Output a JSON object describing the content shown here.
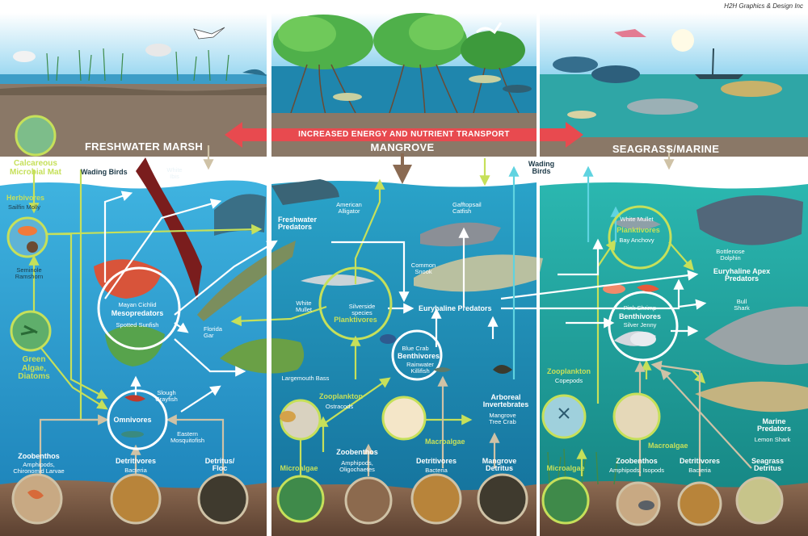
{
  "credit": "H2H Graphics & Design Inc",
  "banner": "INCREASED ENERGY AND NUTRIENT TRANSPORT",
  "colors": {
    "water_marsh": "#2a9fd0",
    "water_mangrove": "#1b8fb7",
    "water_marine": "#1fa6a2",
    "arrow_green": "#c6e05a",
    "arrow_white": "#ffffff",
    "arrow_tan": "#cfc2a6",
    "arrow_cyan": "#5fd3e0",
    "banner_red": "#e84a4f",
    "sediment": "#7a5d48"
  },
  "habitats": {
    "freshwater": "FRESHWATER MARSH",
    "mangrove": "MANGROVE",
    "marine": "SEAGRASS/MARINE"
  },
  "marsh": {
    "microbial_mat": "Calcareous\nMicrobial Mat",
    "wading_birds": "Wading Birds",
    "white_ibis": "White\nIbis",
    "herbivores": "Herbivores",
    "sailfin_molly": "Sailfin Molly",
    "seminole_ramshorn": "Seminole\nRamshorn",
    "green_algae": "Green\nAlgae,\nDiatoms",
    "mayan_cichlid": "Mayan Cichlid",
    "mesopredators": "Mesopredators",
    "spotted_sunfish": "Spotted Sunfish",
    "florida_gar": "Florida\nGar",
    "slough_crayfish": "Slough\nCrayfish",
    "omnivores": "Omnivores",
    "eastern_mosquitofish": "Eastern\nMosquitofish",
    "zoobenthos": "Zoobenthos",
    "amphipods_chironomid": "Amphipods,\nChironomid Larvae",
    "detritivores": "Detritivores",
    "bacteria": "Bacteria",
    "detritus_floc": "Detritus/\nFloc"
  },
  "mangrove": {
    "american_alligator": "American\nAlligator",
    "freshwater_predators": "Freshwater\nPredators",
    "gafftopsail_catfish": "Gafftopsail\nCatfish",
    "common_snook": "Common\nSnook",
    "white_mullet": "White\nMullet",
    "silverside": "Silverside\nspecies",
    "planktivores": "Planktivores",
    "euryhaline_predators": "Euryhaline Predators",
    "blue_crab": "Blue Crab",
    "benthivores": "Benthivores",
    "rainwater_killifish": "Rainwater\nKillifish",
    "largemouth_bass": "Largemouth Bass",
    "zooplankton": "Zooplankton",
    "ostracods": "Ostracods",
    "arboreal_invertebrates": "Arboreal\nInvertebrates",
    "mangrove_tree_crab": "Mangrove\nTree Crab",
    "macroalgae": "Macroalgae",
    "zoobenthos": "Zoobenthos",
    "amphipods_oligochaetes": "Amphipods,\nOligochaetes",
    "detritivores": "Detritivores",
    "bacteria": "Bacteria",
    "mangrove_detritus": "Mangrove\nDetritus",
    "microalgae": "Microalgae"
  },
  "marine": {
    "wading_birds": "Wading\nBirds",
    "white_mullet": "White Mullet",
    "planktivores": "Planktivores",
    "bay_anchovy": "Bay Anchovy",
    "bottlenose_dolphin": "Bottlenose\nDolphin",
    "euryhaline_apex": "Euryhaline Apex\nPredators",
    "pink_shrimp": "Pink Shrimp",
    "benthivores": "Benthivores",
    "silver_jenny": "Silver Jenny",
    "bull_shark": "Bull\nShark",
    "zooplankton": "Zooplankton",
    "copepods": "Copepods",
    "marine_predators": "Marine\nPredators",
    "lemon_shark": "Lemon Shark",
    "macroalgae": "Macroalgae",
    "microalgae": "Microalgae",
    "zoobenthos": "Zoobenthos",
    "amphipods_isopods": "Amphipods, Isopods",
    "detritivores": "Detritivores",
    "bacteria": "Bacteria",
    "seagrass_detritus": "Seagrass\nDetritus"
  }
}
